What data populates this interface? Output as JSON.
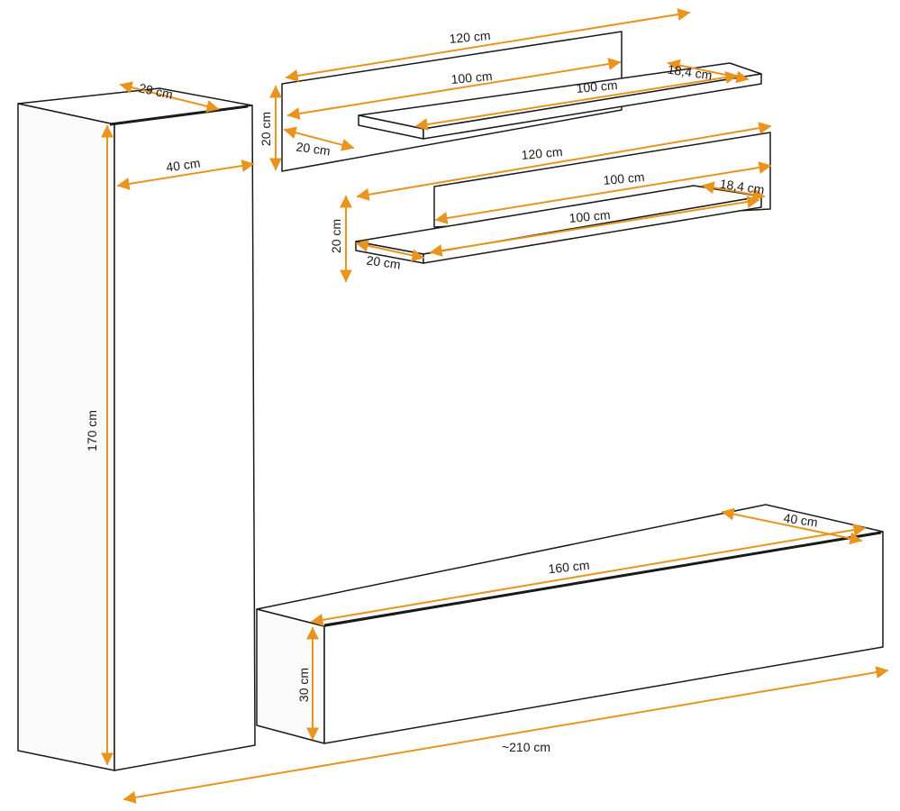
{
  "accent_color": "#e8941f",
  "line_color": "#1a1a1a",
  "units": {
    "cabinet_depth": "29 cm",
    "cabinet_width": "40 cm",
    "cabinet_height": "170 cm",
    "shelf1_length": "120 cm",
    "shelf1_inner": "100 cm",
    "shelf1_board": "100 cm",
    "shelf1_board_depth": "18,4 cm",
    "shelf1_height": "20 cm",
    "shelf1_depth": "20 cm",
    "shelf2_length": "120 cm",
    "shelf2_inner": "100 cm",
    "shelf2_board_depth": "18,4 cm",
    "shelf2_board": "100 cm",
    "shelf2_height": "20 cm",
    "shelf2_depth": "20 cm",
    "tv_depth": "40 cm",
    "tv_length": "160 cm",
    "tv_height": "30 cm",
    "total_width": "~210 cm"
  }
}
